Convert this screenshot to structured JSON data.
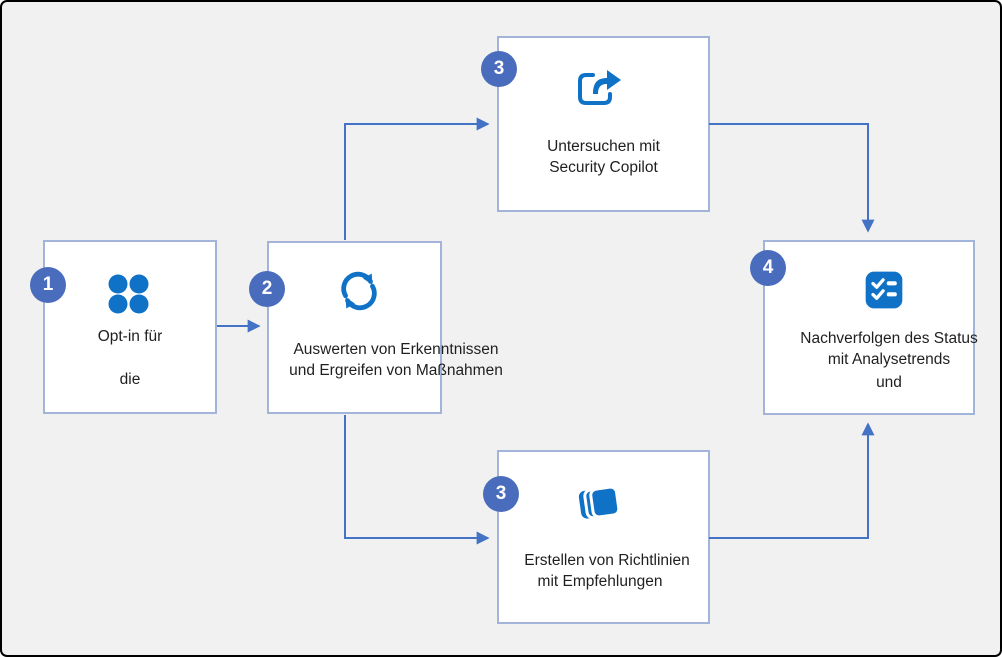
{
  "theme": {
    "bg": "#f1f1f2",
    "accent": "#4472c4",
    "badge": "#4a6cbd",
    "icon_blue": "#1072c6",
    "box_border": "#a3b4da",
    "text": "#1f1f1f"
  },
  "steps": [
    {
      "number": "1",
      "icon": "dots-grid-icon",
      "lines": [
        "Opt-in für",
        "die"
      ]
    },
    {
      "number": "2",
      "icon": "sync-icon",
      "lines": [
        "Auswerten von Erkenntnissen",
        "und Ergreifen von Maßnahmen"
      ]
    },
    {
      "number": "3",
      "icon": "share-arrow-icon",
      "lines": [
        "Untersuchen mit",
        "Security Copilot"
      ]
    },
    {
      "number": "3",
      "icon": "layers-icon",
      "lines": [
        "Erstellen von Richtlinien",
        "mit Empfehlungen"
      ]
    },
    {
      "number": "4",
      "icon": "checklist-icon",
      "lines": [
        "Nachverfolgen des Status",
        "mit Analysetrends",
        "und"
      ]
    }
  ]
}
